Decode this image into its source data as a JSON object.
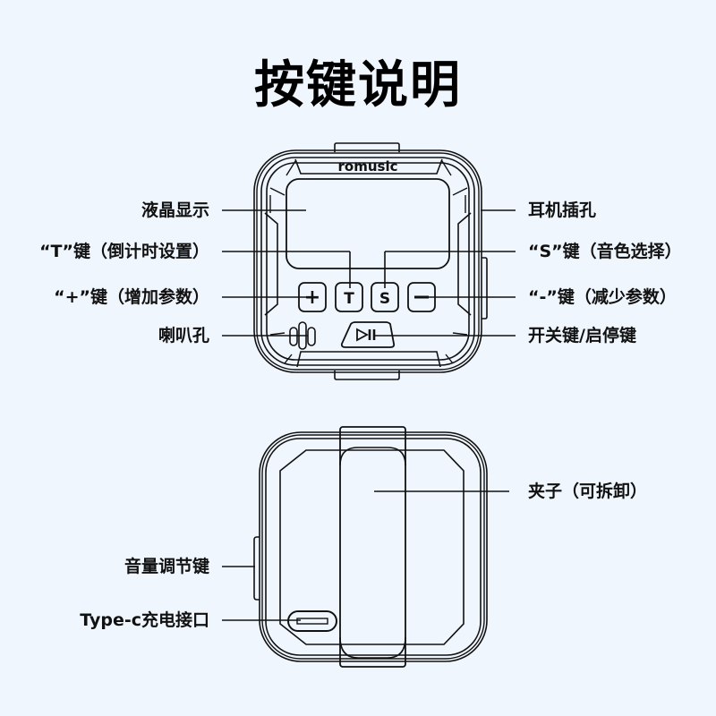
{
  "title": "按键说明",
  "front_view": {
    "brand": "romusic",
    "buttons": {
      "plus": "+",
      "t": "T",
      "s": "S",
      "minus": "−",
      "play_pause": "▷II"
    },
    "labels_left": [
      {
        "id": "lcd",
        "text": "液晶显示"
      },
      {
        "id": "t-key",
        "text": "“T”键（倒计时设置）"
      },
      {
        "id": "plus-key",
        "text": "“+”键（增加参数）"
      },
      {
        "id": "speaker",
        "text": "喇叭孔"
      }
    ],
    "labels_right": [
      {
        "id": "headphone-jack",
        "text": "耳机插孔"
      },
      {
        "id": "s-key",
        "text": "“S”键（音色选择）"
      },
      {
        "id": "minus-key",
        "text": "“-”键（减少参数）"
      },
      {
        "id": "power-key",
        "text": "开关键/启停键"
      }
    ]
  },
  "back_view": {
    "labels_left": [
      {
        "id": "volume-key",
        "text": "音量调节键"
      },
      {
        "id": "type-c-port",
        "text": "Type-c充电接口"
      }
    ],
    "labels_right": [
      {
        "id": "clip",
        "text": "夹子（可拆卸）"
      }
    ]
  },
  "colors": {
    "background": "#f0f6fd",
    "line": "#111111"
  }
}
